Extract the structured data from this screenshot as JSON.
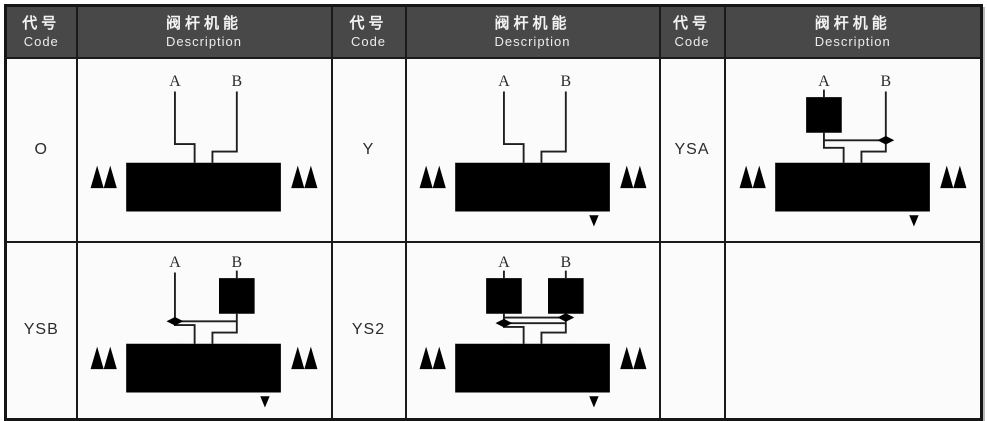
{
  "header": {
    "code_zh": "代号",
    "code_en": "Code",
    "desc_zh": "阀杆机能",
    "desc_en": "Description"
  },
  "ports": {
    "a": "A",
    "b": "B"
  },
  "cells": {
    "row1": [
      {
        "code": "O",
        "diagram": "solenoid-valve-closed-center"
      },
      {
        "code": "Y",
        "diagram": "solenoid-valve-y-center"
      },
      {
        "code": "YSA",
        "diagram": "y-center-pilot-check-valve-on-port-A"
      }
    ],
    "row2": [
      {
        "code": "YSB",
        "diagram": "y-center-pilot-check-valve-on-port-B"
      },
      {
        "code": "YS2",
        "diagram": "y-center-pilot-check-valves-on-A-and-B"
      },
      {
        "code": "",
        "diagram": ""
      }
    ]
  },
  "colors": {
    "header_bg": "#484848",
    "header_text": "#f2f2f2",
    "table_border": "#1a1a1a",
    "diagram_line": "#1f1f1f",
    "cell_bg": "#fbfbfb"
  }
}
